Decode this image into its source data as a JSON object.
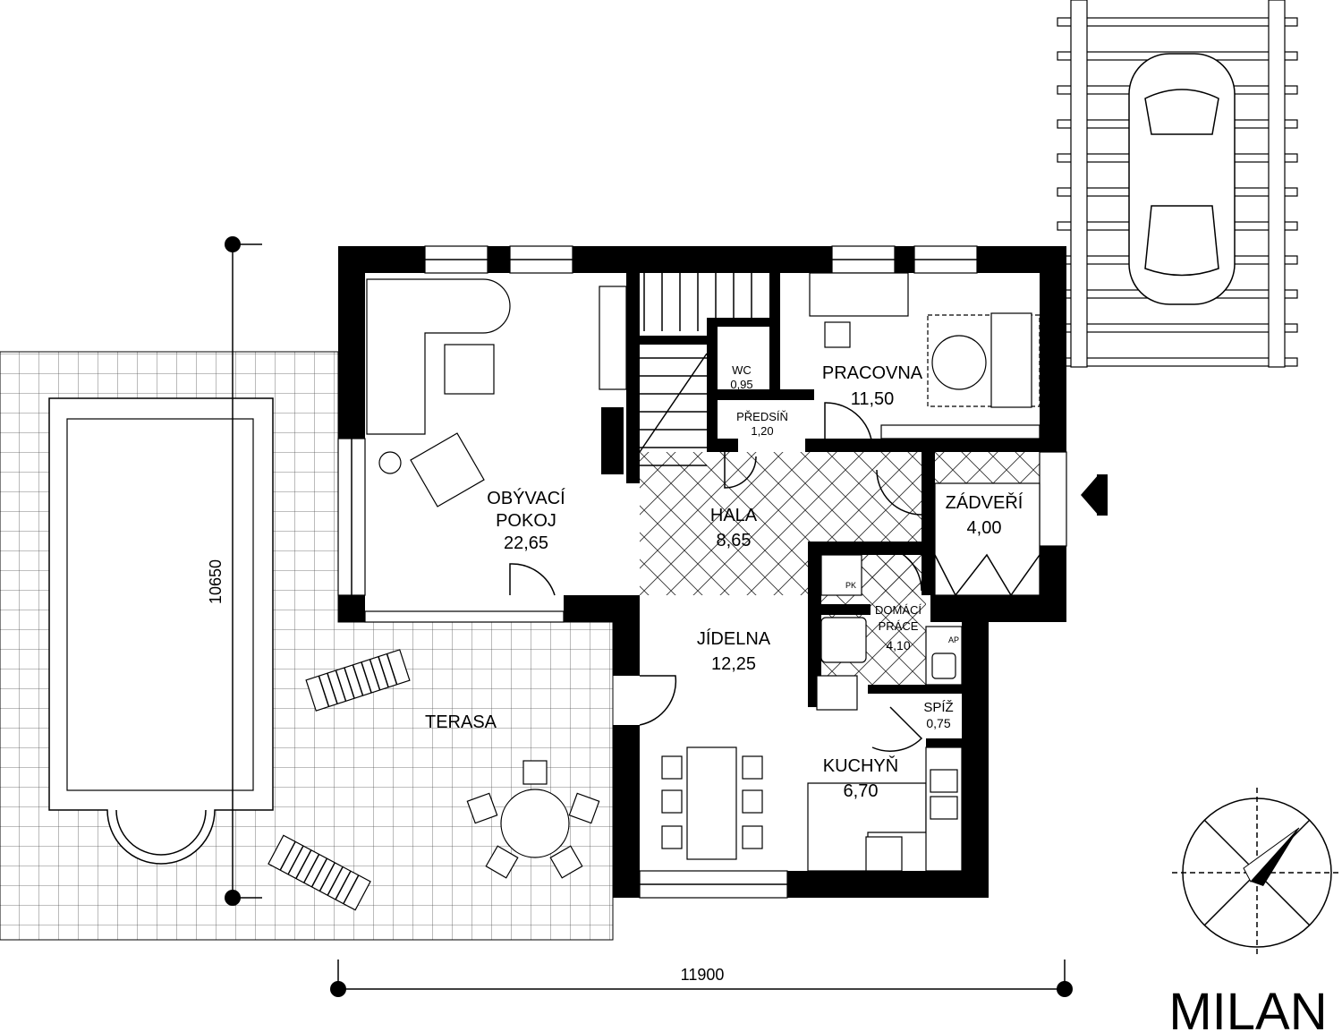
{
  "plan": {
    "name": "MILAN",
    "dimensions": {
      "width": "11900",
      "depth": "10650"
    },
    "rooms": [
      {
        "id": "obyvaci",
        "name1": "OBÝVACÍ",
        "name2": "POKOJ",
        "area": "22,65"
      },
      {
        "id": "hala",
        "name": "HALA",
        "area": "8,65"
      },
      {
        "id": "pracovna",
        "name": "PRACOVNA",
        "area": "11,50"
      },
      {
        "id": "wc",
        "name": "WC",
        "area": "0,95"
      },
      {
        "id": "predsin",
        "name": "PŘEDSÍŇ",
        "area": "1,20"
      },
      {
        "id": "zadveri",
        "name": "ZÁDVEŘÍ",
        "area": "4,00"
      },
      {
        "id": "domaci",
        "name1": "DOMÁCÍ",
        "name2": "PRÁCE",
        "area": "4,10"
      },
      {
        "id": "jidelna",
        "name": "JÍDELNA",
        "area": "12,25"
      },
      {
        "id": "spiz",
        "name": "SPÍŽ",
        "area": "0,75"
      },
      {
        "id": "kuchyn",
        "name": "KUCHYŇ",
        "area": "6,70"
      },
      {
        "id": "terasa",
        "name": "TERASA"
      }
    ],
    "fixture_labels": {
      "pk": "PK",
      "ap": "AP"
    },
    "icons": [
      "entrance-arrow-icon",
      "north-compass-icon",
      "car-icon"
    ]
  }
}
